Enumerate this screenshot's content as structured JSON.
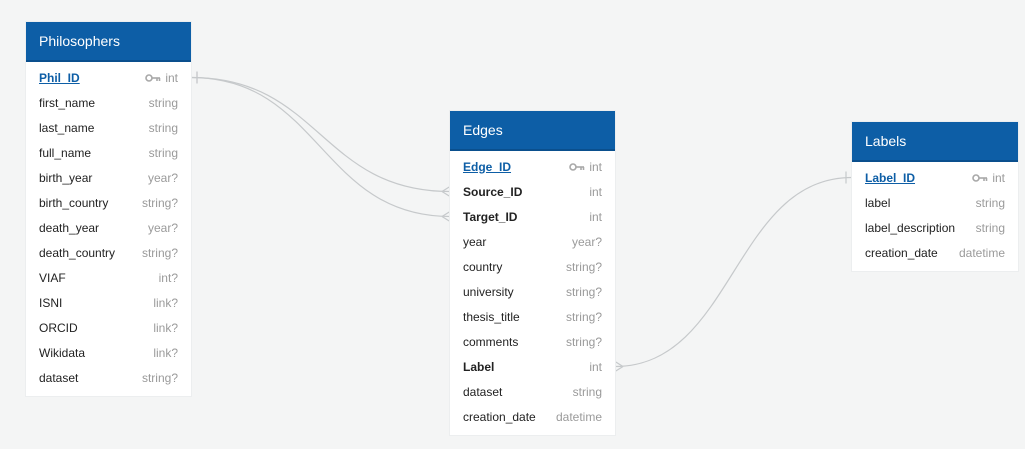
{
  "tables": [
    {
      "id": "philosophers",
      "title": "Philosophers",
      "fields": [
        {
          "name": "Phil_ID",
          "type": "int",
          "key": "pk"
        },
        {
          "name": "first_name",
          "type": "string"
        },
        {
          "name": "last_name",
          "type": "string"
        },
        {
          "name": "full_name",
          "type": "string"
        },
        {
          "name": "birth_year",
          "type": "year?"
        },
        {
          "name": "birth_country",
          "type": "string?"
        },
        {
          "name": "death_year",
          "type": "year?"
        },
        {
          "name": "death_country",
          "type": "string?"
        },
        {
          "name": "VIAF",
          "type": "int?"
        },
        {
          "name": "ISNI",
          "type": "link?"
        },
        {
          "name": "ORCID",
          "type": "link?"
        },
        {
          "name": "Wikidata",
          "type": "link?"
        },
        {
          "name": "dataset",
          "type": "string?"
        }
      ]
    },
    {
      "id": "edges",
      "title": "Edges",
      "fields": [
        {
          "name": "Edge_ID",
          "type": "int",
          "key": "pk"
        },
        {
          "name": "Source_ID",
          "type": "int",
          "key": "fk"
        },
        {
          "name": "Target_ID",
          "type": "int",
          "key": "fk"
        },
        {
          "name": "year",
          "type": "year?"
        },
        {
          "name": "country",
          "type": "string?"
        },
        {
          "name": "university",
          "type": "string?"
        },
        {
          "name": "thesis_title",
          "type": "string?"
        },
        {
          "name": "comments",
          "type": "string?"
        },
        {
          "name": "Label",
          "type": "int",
          "key": "fk"
        },
        {
          "name": "dataset",
          "type": "string"
        },
        {
          "name": "creation_date",
          "type": "datetime"
        }
      ]
    },
    {
      "id": "labels",
      "title": "Labels",
      "fields": [
        {
          "name": "Label_ID",
          "type": "int",
          "key": "pk"
        },
        {
          "name": "label",
          "type": "string"
        },
        {
          "name": "label_description",
          "type": "string"
        },
        {
          "name": "creation_date",
          "type": "datetime"
        }
      ]
    }
  ],
  "relations": [
    {
      "from_table": "philosophers",
      "from_field": "Phil_ID",
      "to_table": "edges",
      "to_field": "Source_ID",
      "cardinality": "one-to-many"
    },
    {
      "from_table": "philosophers",
      "from_field": "Phil_ID",
      "to_table": "edges",
      "to_field": "Target_ID",
      "cardinality": "one-to-many"
    },
    {
      "from_table": "labels",
      "from_field": "Label_ID",
      "to_table": "edges",
      "to_field": "Label",
      "cardinality": "one-to-many"
    }
  ],
  "colors": {
    "header": "#0d5ea6",
    "primary_key": "#0d5ea6",
    "line": "#c6c9cb",
    "type_text": "#9a9a9a"
  },
  "icons": {
    "primary_key": "key-icon"
  }
}
